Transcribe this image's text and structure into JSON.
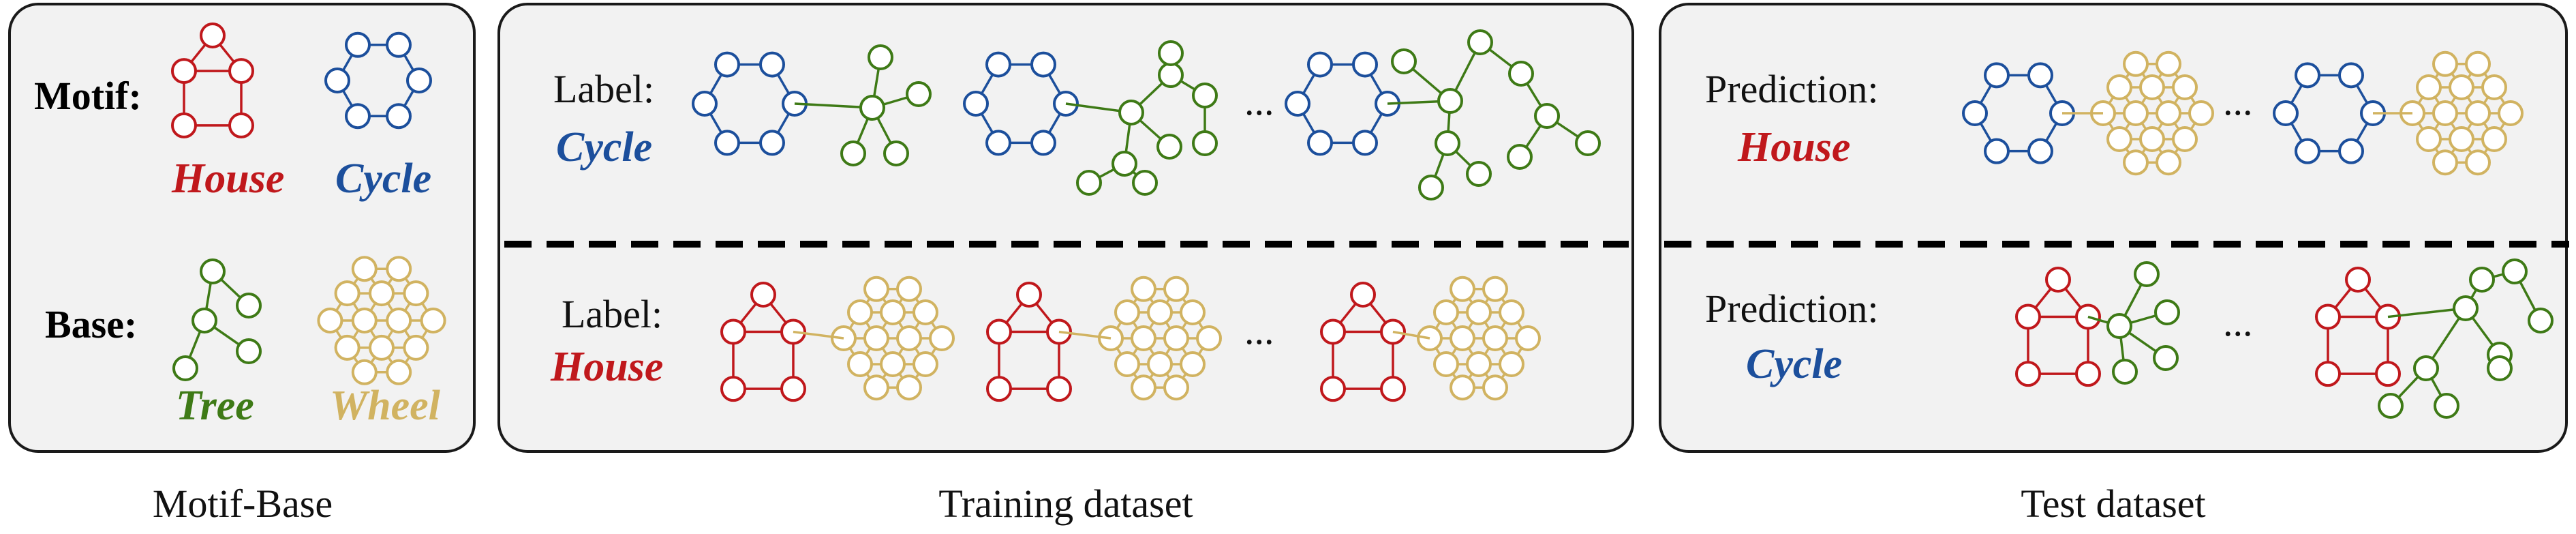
{
  "colors": {
    "house": "#c0181c",
    "cycle": "#1c4f9c",
    "tree": "#3e7a16",
    "wheel": "#d1b361",
    "border": "#1a1a1a",
    "panel_fill": "#f2f2f2"
  },
  "motif_base": {
    "motif_label": "Motif:",
    "base_label": "Base:",
    "house_name": "House",
    "cycle_name": "Cycle",
    "tree_name": "Tree",
    "wheel_name": "Wheel",
    "caption": "Motif-Base"
  },
  "training": {
    "row1_label": "Label:",
    "row1_class": "Cycle",
    "row2_label": "Label:",
    "row2_class": "House",
    "ellipsis": "...",
    "caption": "Training dataset"
  },
  "test": {
    "row1_label": "Prediction:",
    "row1_class": "House",
    "row2_label": "Prediction:",
    "row2_class": "Cycle",
    "ellipsis": "...",
    "caption": "Test dataset"
  }
}
